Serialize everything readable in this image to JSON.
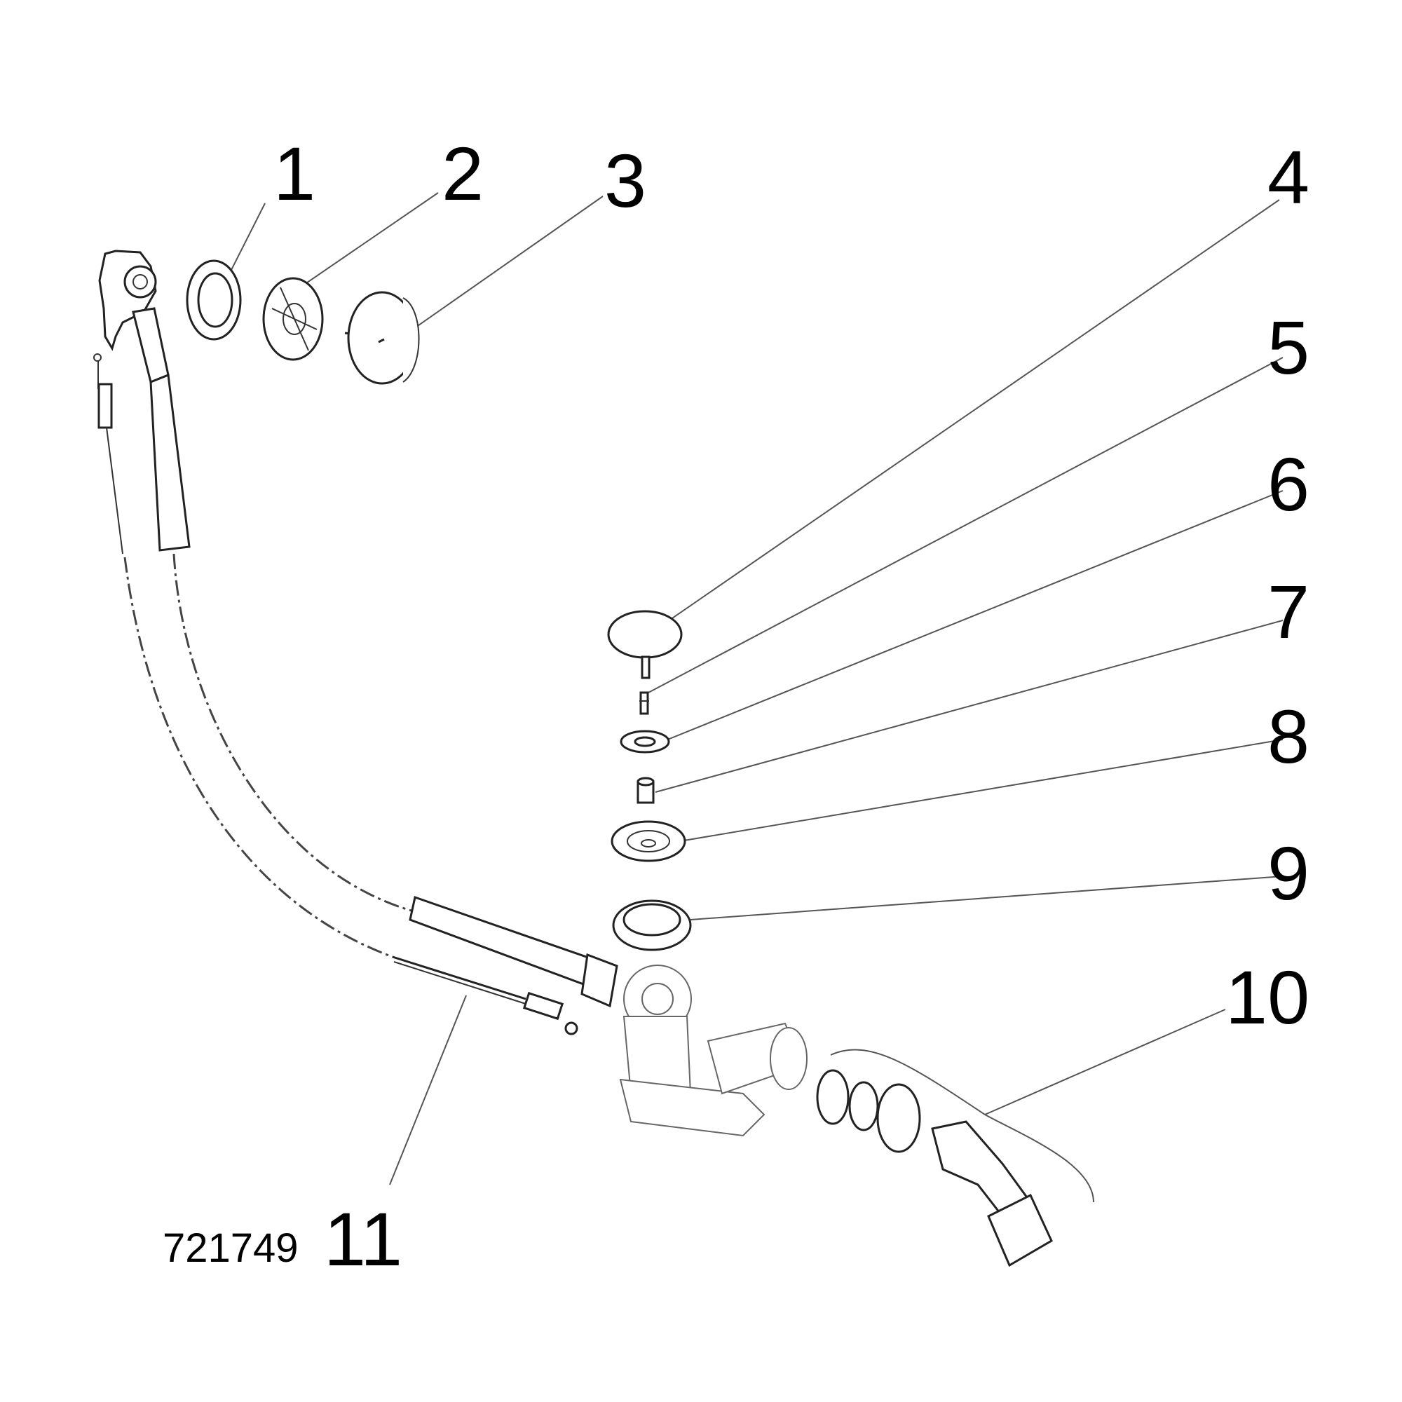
{
  "diagram": {
    "drawing_number": "721749",
    "callouts": [
      {
        "id": "1",
        "part": "ring"
      },
      {
        "id": "2",
        "part": "overflow-rosette"
      },
      {
        "id": "3",
        "part": "overflow-cap"
      },
      {
        "id": "4",
        "part": "plug-disc"
      },
      {
        "id": "5",
        "part": "screw"
      },
      {
        "id": "6",
        "part": "washer"
      },
      {
        "id": "7",
        "part": "bushing"
      },
      {
        "id": "8",
        "part": "waste-flange"
      },
      {
        "id": "9",
        "part": "seal-ring"
      },
      {
        "id": "10",
        "part": "outlet-elbow-set"
      },
      {
        "id": "11",
        "part": "bowden-cable"
      }
    ]
  }
}
